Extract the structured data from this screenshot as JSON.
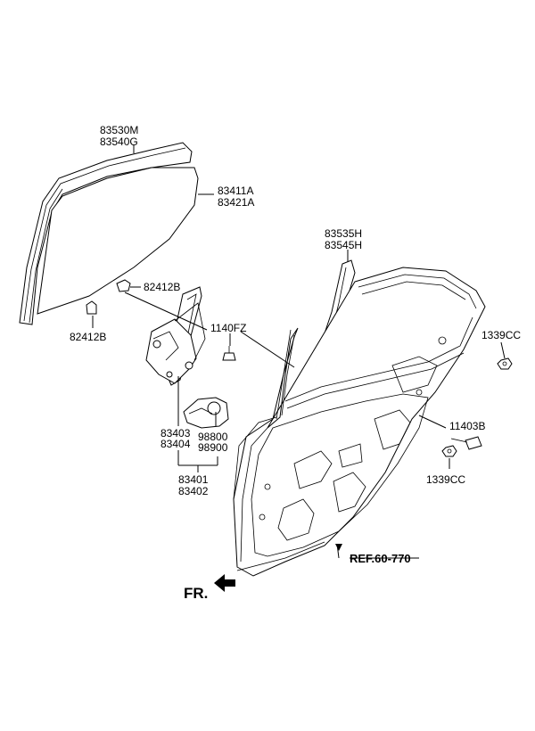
{
  "labels": {
    "l_83530M": "83530M",
    "l_83540G": "83540G",
    "l_83411A": "83411A",
    "l_83421A": "83421A",
    "l_82412B_top": "82412B",
    "l_82412B_bot": "82412B",
    "l_83535H": "83535H",
    "l_83545H": "83545H",
    "l_1140FZ": "1140FZ",
    "l_1339CC_top": "1339CC",
    "l_11403B": "11403B",
    "l_1339CC_bot": "1339CC",
    "l_83403": "83403",
    "l_83404": "83404",
    "l_98800": "98800",
    "l_98900": "98900",
    "l_83401": "83401",
    "l_83402": "83402",
    "ref": "REF.60-770",
    "fr": "FR."
  },
  "colors": {
    "line": "#000000",
    "background": "#ffffff"
  }
}
